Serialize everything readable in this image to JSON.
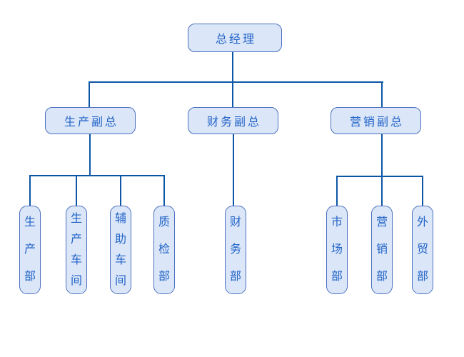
{
  "org": {
    "root": {
      "label": "总经理"
    },
    "vps": [
      {
        "label": "生产副总"
      },
      {
        "label": "财务副总"
      },
      {
        "label": "营销副总"
      }
    ],
    "depts": [
      {
        "label": "生产部"
      },
      {
        "label": "生产车间"
      },
      {
        "label": "辅助车间"
      },
      {
        "label": "质检部"
      },
      {
        "label": "财务部"
      },
      {
        "label": "市场部"
      },
      {
        "label": "营销部"
      },
      {
        "label": "外贸部"
      }
    ]
  },
  "colors": {
    "background": "#ffffff",
    "node_fill": "#dbe7f8",
    "node_border": "#4b70bf",
    "text": "#2263c8",
    "connector_line": "#0d56a6"
  }
}
